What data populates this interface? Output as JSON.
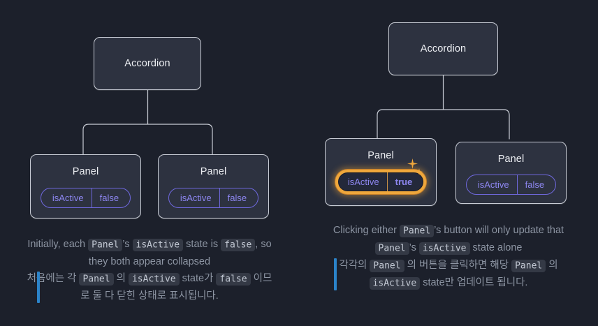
{
  "theme": {
    "background": "#1c202b",
    "node_fill": "#2d3240",
    "node_border": "#c9cdd6",
    "pill_purple": "#6f68dd",
    "pill_text": "#8d86f0",
    "highlight_orange": "#efa73c",
    "caption_text": "#8d95a3",
    "quote_bar_blue": "#2b83c9",
    "code_chip_bg": "#343945"
  },
  "diagrams": [
    {
      "id": "initial-state",
      "root": {
        "label": "Accordion"
      },
      "panels": [
        {
          "title": "Panel",
          "state_key": "isActive",
          "state_value": "false",
          "highlighted": false
        },
        {
          "title": "Panel",
          "state_key": "isActive",
          "state_value": "false",
          "highlighted": false
        }
      ],
      "caption": {
        "en": [
          {
            "t": "Initially, each ",
            "code": false
          },
          {
            "t": "Panel",
            "code": true
          },
          {
            "t": "’s ",
            "code": false
          },
          {
            "t": "isActive",
            "code": true
          },
          {
            "t": " state is ",
            "code": false
          },
          {
            "t": "false",
            "code": true
          },
          {
            "t": ", so they both appear collapsed",
            "code": false
          }
        ],
        "ko": [
          {
            "t": "처음에는 각 ",
            "code": false
          },
          {
            "t": "Panel",
            "code": true
          },
          {
            "t": " 의 ",
            "code": false
          },
          {
            "t": "isActive",
            "code": true
          },
          {
            "t": " state가 ",
            "code": false
          },
          {
            "t": "false",
            "code": true
          },
          {
            "t": " 이므로 둘 다 닫힌 상태로 표시됩니다.",
            "code": false
          }
        ]
      }
    },
    {
      "id": "after-click-state",
      "root": {
        "label": "Accordion"
      },
      "panels": [
        {
          "title": "Panel",
          "state_key": "isActive",
          "state_value": "true",
          "highlighted": true
        },
        {
          "title": "Panel",
          "state_key": "isActive",
          "state_value": "false",
          "highlighted": false
        }
      ],
      "caption": {
        "en": [
          {
            "t": "Clicking either ",
            "code": false
          },
          {
            "t": "Panel",
            "code": true
          },
          {
            "t": "’s button will only update that ",
            "code": false
          },
          {
            "t": "Panel",
            "code": true
          },
          {
            "t": "’s ",
            "code": false
          },
          {
            "t": "isActive",
            "code": true
          },
          {
            "t": " state alone",
            "code": false
          }
        ],
        "ko": [
          {
            "t": "각각의 ",
            "code": false
          },
          {
            "t": "Panel",
            "code": true
          },
          {
            "t": " 의 버튼을 클릭하면 해당 ",
            "code": false
          },
          {
            "t": "Panel",
            "code": true
          },
          {
            "t": " 의 ",
            "code": false
          },
          {
            "t": "isActive",
            "code": true
          },
          {
            "t": " state만 업데이트 됩니다.",
            "code": false
          }
        ]
      }
    }
  ]
}
